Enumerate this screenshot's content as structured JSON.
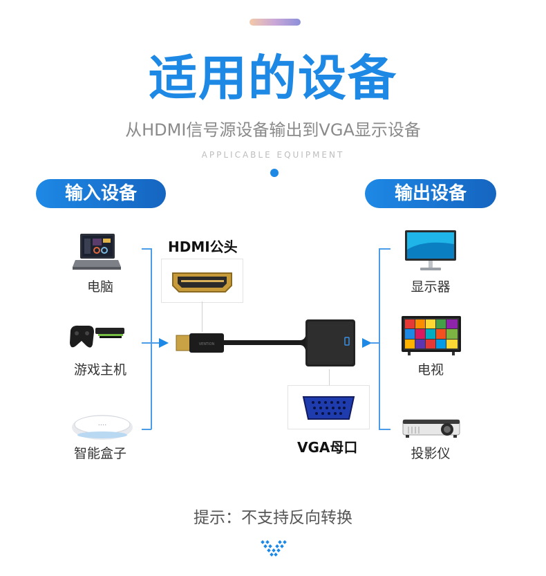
{
  "header": {
    "title": "适用的设备",
    "subtitle": "从HDMI信号源设备输出到VGA显示设备",
    "subtitle_en": "APPLICABLE EQUIPMENT"
  },
  "input_section": {
    "label": "输入设备",
    "devices": [
      {
        "name": "电脑",
        "icon": "laptop-icon"
      },
      {
        "name": "游戏主机",
        "icon": "game-console-icon"
      },
      {
        "name": "智能盒子",
        "icon": "smart-box-icon"
      }
    ]
  },
  "output_section": {
    "label": "输出设备",
    "devices": [
      {
        "name": "显示器",
        "icon": "monitor-icon"
      },
      {
        "name": "电视",
        "icon": "tv-icon"
      },
      {
        "name": "投影仪",
        "icon": "projector-icon"
      }
    ]
  },
  "connectors": {
    "hdmi_label": "HDMI公头",
    "vga_label": "VGA母口"
  },
  "footer": {
    "hint": "提示：不支持反向转换"
  },
  "colors": {
    "accent": "#1e88e5",
    "connector_line": "#4a9be8"
  }
}
